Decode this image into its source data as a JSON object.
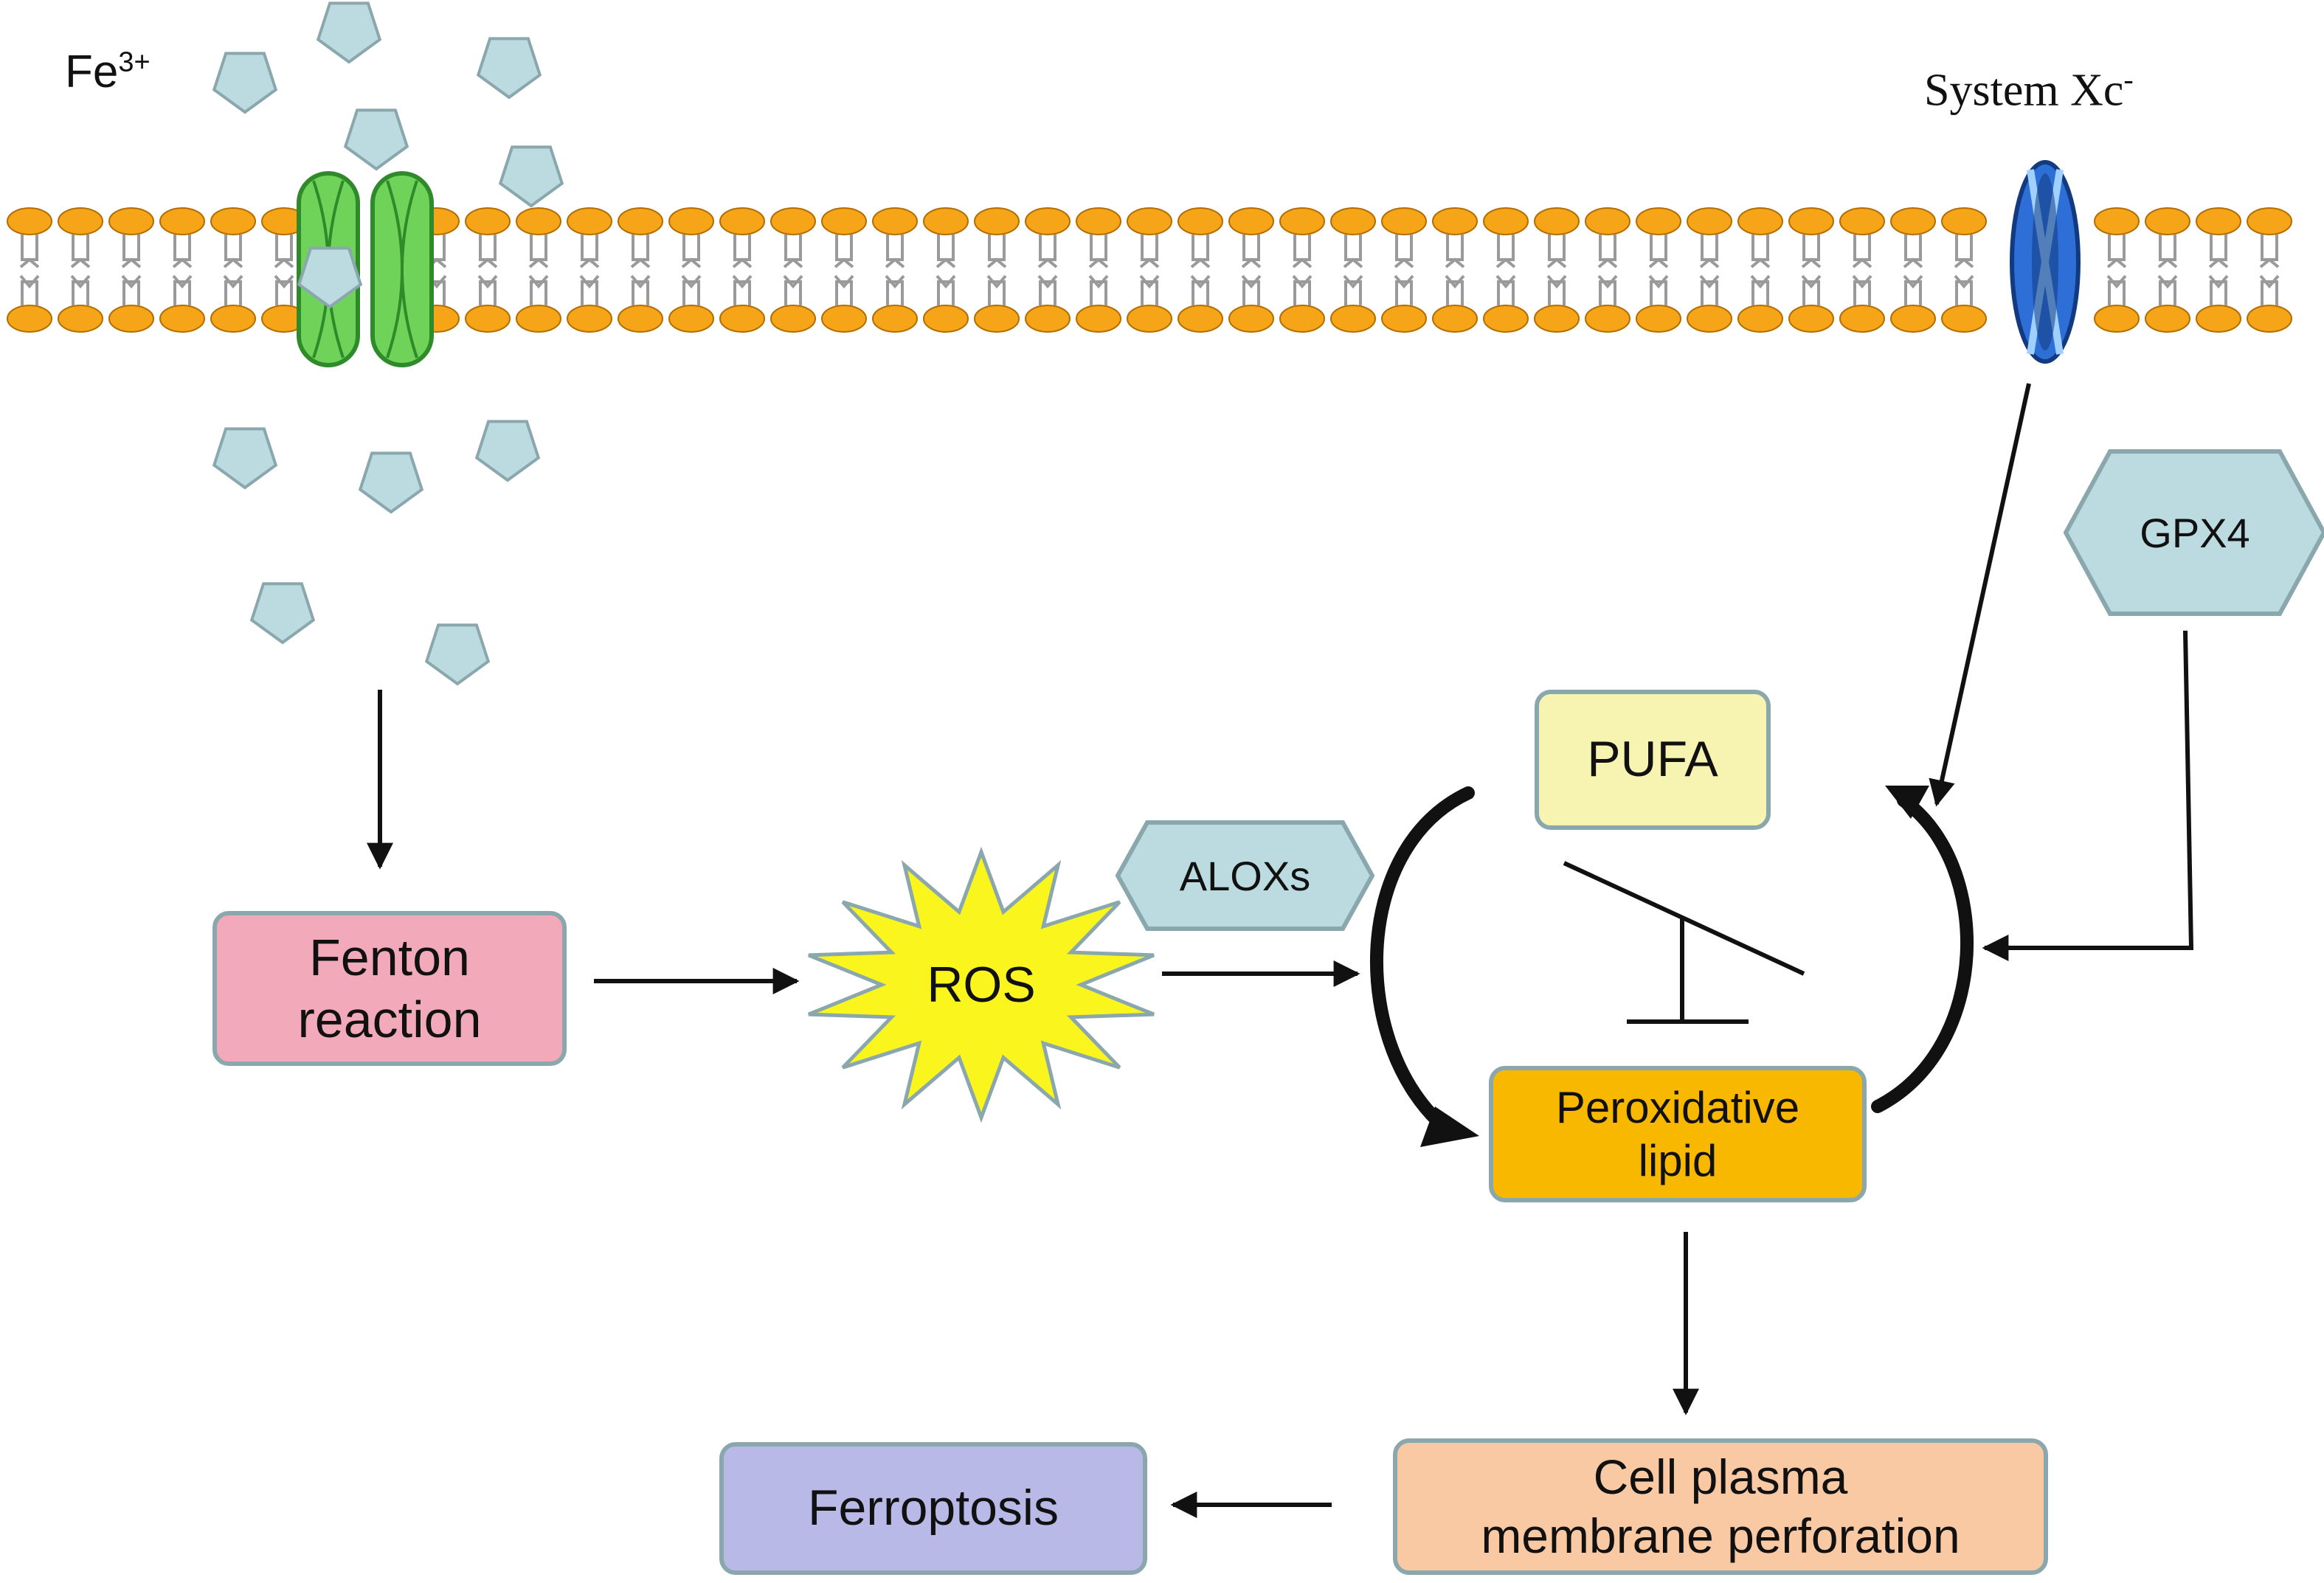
{
  "labels": {
    "fe_ion": "Fe",
    "fe_charge": "3+",
    "system_xc": "System Xc",
    "system_xc_charge": "-"
  },
  "nodes": {
    "fenton": {
      "line1": "Fenton",
      "line2": "reaction"
    },
    "ros": "ROS",
    "alox": "ALOXs",
    "gpx4": "GPX4",
    "pufa": "PUFA",
    "peroxidative": {
      "line1": "Peroxidative",
      "line2": "lipid"
    },
    "perforation": {
      "line1": "Cell plasma",
      "line2": "membrane perforation"
    },
    "ferroptosis": "Ferroptosis"
  },
  "colors": {
    "fenton_fill": "#f2aabb",
    "pufa_fill": "#f7f3b0",
    "peroxidative_fill": "#f9b800",
    "perforation_fill": "#f9c9a4",
    "ferroptosis_fill": "#b8b9e6",
    "hexagon_fill": "#bcdbe0",
    "iron_ion_fill": "#bcdbe0",
    "ros_fill": "#fbf51e",
    "lipid_head": "#f5a517",
    "lipid_tail": "#9a9a9a",
    "channel_green": "#6fd35a",
    "transporter_blue": "#2d6fd6",
    "box_border": "#8aa7ad"
  }
}
